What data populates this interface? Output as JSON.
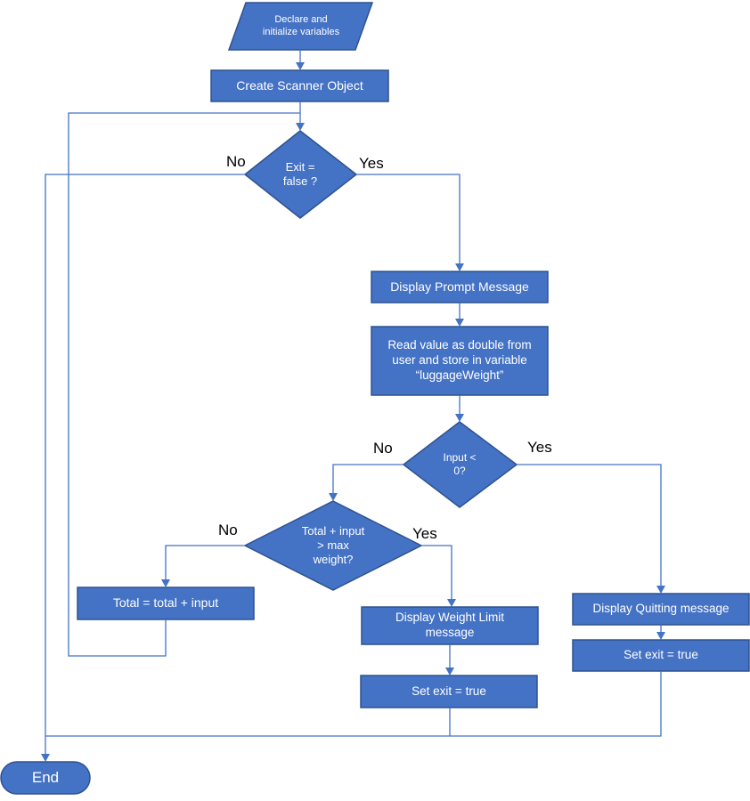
{
  "nodes": {
    "declare": "Declare and initialize variables",
    "scanner": "Create Scanner Object",
    "exit_check": "Exit = false ?",
    "prompt": "Display Prompt Message",
    "read_value": "Read value as double from user and store in variable “luggageWeight”",
    "input_check": "Input < 0?",
    "weight_check": "Total + input > max weight?",
    "total_update": "Total = total + input",
    "weight_limit_msg": "Display Weight Limit message",
    "set_exit_1": "Set exit = true",
    "quit_msg": "Display Quitting message",
    "set_exit_2": "Set exit = true",
    "end": "End"
  },
  "branches": {
    "exit_no": "No",
    "exit_yes": "Yes",
    "input_no": "No",
    "input_yes": "Yes",
    "weight_no": "No",
    "weight_yes": "Yes"
  },
  "colors": {
    "shape_fill": "#4472C4",
    "shape_border": "#2F528F",
    "connector": "#4472C4",
    "text": "#FFFFFF"
  }
}
